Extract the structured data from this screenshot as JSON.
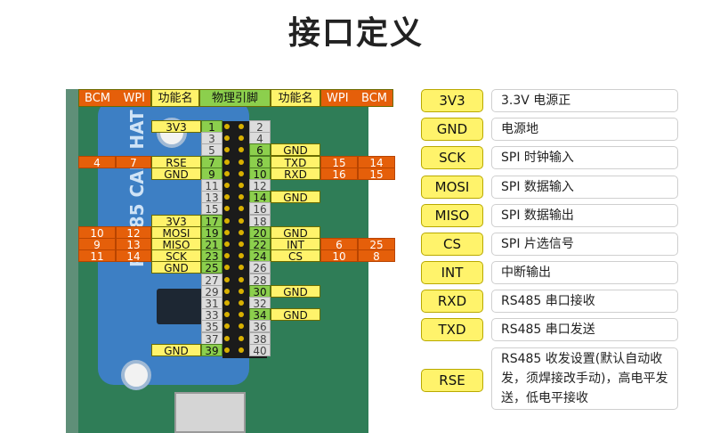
{
  "title": "接口定义",
  "header": {
    "left_bcm": "BCM",
    "left_wpi": "WPI",
    "left_func": "功能名",
    "physical": "物理引脚",
    "right_func": "功能名",
    "right_wpi": "WPI",
    "right_bcm": "BCM"
  },
  "board_label": "RS485 CAN HAT",
  "pins": [
    {
      "pin": "1",
      "func": "3V3",
      "wpi": "",
      "bcm": "",
      "active": true
    },
    {
      "pin": "2",
      "func": "",
      "wpi": "",
      "bcm": "",
      "active": false
    },
    {
      "pin": "3",
      "func": "",
      "wpi": "",
      "bcm": "",
      "active": false
    },
    {
      "pin": "4",
      "func": "",
      "wpi": "",
      "bcm": "",
      "active": false
    },
    {
      "pin": "5",
      "func": "",
      "wpi": "",
      "bcm": "",
      "active": false
    },
    {
      "pin": "6",
      "func": "GND",
      "wpi": "",
      "bcm": "",
      "active": true
    },
    {
      "pin": "7",
      "func": "RSE",
      "wpi": "7",
      "bcm": "4",
      "active": true
    },
    {
      "pin": "8",
      "func": "TXD",
      "wpi": "15",
      "bcm": "14",
      "active": true
    },
    {
      "pin": "9",
      "func": "GND",
      "wpi": "",
      "bcm": "",
      "active": true
    },
    {
      "pin": "10",
      "func": "RXD",
      "wpi": "16",
      "bcm": "15",
      "active": true
    },
    {
      "pin": "11",
      "func": "",
      "wpi": "",
      "bcm": "",
      "active": false
    },
    {
      "pin": "12",
      "func": "",
      "wpi": "",
      "bcm": "",
      "active": false
    },
    {
      "pin": "13",
      "func": "",
      "wpi": "",
      "bcm": "",
      "active": false
    },
    {
      "pin": "14",
      "func": "GND",
      "wpi": "",
      "bcm": "",
      "active": true
    },
    {
      "pin": "15",
      "func": "",
      "wpi": "",
      "bcm": "",
      "active": false
    },
    {
      "pin": "16",
      "func": "",
      "wpi": "",
      "bcm": "",
      "active": false
    },
    {
      "pin": "17",
      "func": "3V3",
      "wpi": "",
      "bcm": "",
      "active": true
    },
    {
      "pin": "18",
      "func": "",
      "wpi": "",
      "bcm": "",
      "active": false
    },
    {
      "pin": "19",
      "func": "MOSI",
      "wpi": "12",
      "bcm": "10",
      "active": true
    },
    {
      "pin": "20",
      "func": "GND",
      "wpi": "",
      "bcm": "",
      "active": true
    },
    {
      "pin": "21",
      "func": "MISO",
      "wpi": "13",
      "bcm": "9",
      "active": true
    },
    {
      "pin": "22",
      "func": "INT",
      "wpi": "6",
      "bcm": "25",
      "active": true
    },
    {
      "pin": "23",
      "func": "SCK",
      "wpi": "14",
      "bcm": "11",
      "active": true
    },
    {
      "pin": "24",
      "func": "CS",
      "wpi": "10",
      "bcm": "8",
      "active": true
    },
    {
      "pin": "25",
      "func": "GND",
      "wpi": "",
      "bcm": "",
      "active": true
    },
    {
      "pin": "26",
      "func": "",
      "wpi": "",
      "bcm": "",
      "active": false
    },
    {
      "pin": "27",
      "func": "",
      "wpi": "",
      "bcm": "",
      "active": false
    },
    {
      "pin": "28",
      "func": "",
      "wpi": "",
      "bcm": "",
      "active": false
    },
    {
      "pin": "29",
      "func": "",
      "wpi": "",
      "bcm": "",
      "active": false
    },
    {
      "pin": "30",
      "func": "GND",
      "wpi": "",
      "bcm": "",
      "active": true
    },
    {
      "pin": "31",
      "func": "",
      "wpi": "",
      "bcm": "",
      "active": false
    },
    {
      "pin": "32",
      "func": "",
      "wpi": "",
      "bcm": "",
      "active": false
    },
    {
      "pin": "33",
      "func": "",
      "wpi": "",
      "bcm": "",
      "active": false
    },
    {
      "pin": "34",
      "func": "GND",
      "wpi": "",
      "bcm": "",
      "active": true
    },
    {
      "pin": "35",
      "func": "",
      "wpi": "",
      "bcm": "",
      "active": false
    },
    {
      "pin": "36",
      "func": "",
      "wpi": "",
      "bcm": "",
      "active": false
    },
    {
      "pin": "37",
      "func": "",
      "wpi": "",
      "bcm": "",
      "active": false
    },
    {
      "pin": "38",
      "func": "",
      "wpi": "",
      "bcm": "",
      "active": false
    },
    {
      "pin": "39",
      "func": "GND",
      "wpi": "",
      "bcm": "",
      "active": true
    },
    {
      "pin": "40",
      "func": "",
      "wpi": "",
      "bcm": "",
      "active": false
    }
  ],
  "legend": [
    {
      "abbr": "3V3",
      "desc": "3.3V 电源正"
    },
    {
      "abbr": "GND",
      "desc": "电源地"
    },
    {
      "abbr": "SCK",
      "desc": "SPI 时钟输入"
    },
    {
      "abbr": "MOSI",
      "desc": "SPI 数据输入"
    },
    {
      "abbr": "MISO",
      "desc": "SPI 数据输出"
    },
    {
      "abbr": "CS",
      "desc": "SPI 片选信号"
    },
    {
      "abbr": "INT",
      "desc": "中断输出"
    },
    {
      "abbr": "RXD",
      "desc": "RS485 串口接收"
    },
    {
      "abbr": "TXD",
      "desc": "RS485 串口发送"
    },
    {
      "abbr": "RSE",
      "desc": "RS485 收发设置(默认自动收发，须焊接改手动)，高电平发送，低电平接收"
    }
  ]
}
